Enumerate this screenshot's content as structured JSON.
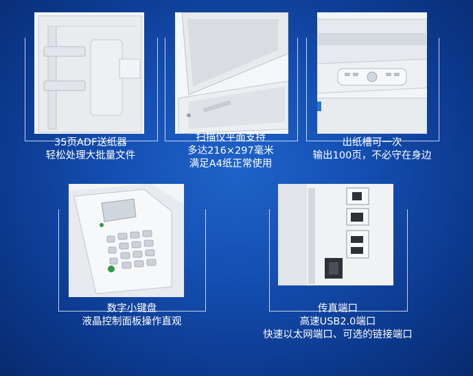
{
  "features": [
    {
      "lines": [
        "35页ADF送纸器",
        "轻松处理大批量文件"
      ]
    },
    {
      "lines": [
        "扫描仪平面支持",
        "多达216×297毫米",
        "满足A4纸正常使用"
      ]
    },
    {
      "lines": [
        "出纸槽可一次",
        "输出100页，不必守在身边"
      ]
    },
    {
      "lines": [
        "数字小键盘",
        "液晶控制面板操作直观"
      ]
    },
    {
      "lines": [
        "传真端口",
        "高速USB2.0端口",
        "快速以太网端口、可选的链接端口"
      ]
    }
  ],
  "colors": {
    "background": "#1550b4",
    "accent_green": "#2f9a4a",
    "accent_blue": "#2a72d4"
  }
}
